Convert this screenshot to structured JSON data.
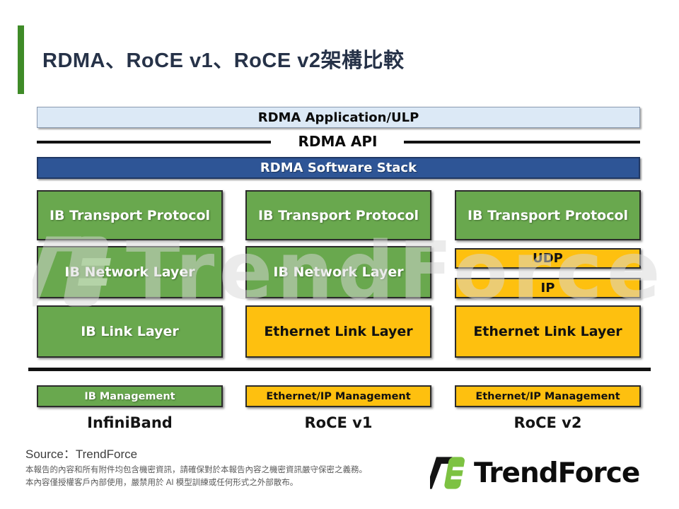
{
  "title": "RDMA、RoCE v1、RoCE v2架構比較",
  "colors": {
    "accent_green": "#3f8b28",
    "box_green": "#69a84e",
    "box_yellow": "#fec00f",
    "stack_blue": "#2e5596",
    "app_light_blue": "#dce9f6",
    "logo_green": "#7dc242",
    "watermark_gray": "#d9d9d9"
  },
  "diagram": {
    "app_box_label": "RDMA Application/ULP",
    "api_label": "RDMA API",
    "stack_box_label": "RDMA Software Stack",
    "columns": [
      {
        "name": "InfiniBand",
        "layers": [
          {
            "label": "IB Transport Protocol",
            "type": "green"
          },
          {
            "label": "IB Network Layer",
            "type": "green"
          },
          {
            "label": "IB Link Layer",
            "type": "green"
          }
        ],
        "management": {
          "label": "IB Management",
          "type": "green"
        }
      },
      {
        "name": "RoCE v1",
        "layers": [
          {
            "label": "IB Transport Protocol",
            "type": "green"
          },
          {
            "label": "IB Network Layer",
            "type": "green"
          },
          {
            "label": "Ethernet Link Layer",
            "type": "yellow"
          }
        ],
        "management": {
          "label": "Ethernet/IP Management",
          "type": "yellow"
        }
      },
      {
        "name": "RoCE v2",
        "layers": [
          {
            "label": "IB Transport Protocol",
            "type": "green"
          },
          {
            "label": "UDP",
            "type": "yellow"
          },
          {
            "label": "IP",
            "type": "yellow"
          },
          {
            "label": "Ethernet Link Layer",
            "type": "yellow"
          }
        ],
        "management": {
          "label": "Ethernet/IP Management",
          "type": "yellow"
        }
      }
    ]
  },
  "watermark_text": "TrendForce",
  "footer": {
    "source": "Source：TrendForce",
    "disclaimer_line1": "本報告的內容和所有附件均包含機密資訊，請確保對於本報告內容之機密資訊嚴守保密之義務。",
    "disclaimer_line2": "本內容僅授權客戶內部使用，嚴禁用於 AI 模型訓練或任何形式之外部散布。",
    "logo_text": "TrendForce"
  }
}
